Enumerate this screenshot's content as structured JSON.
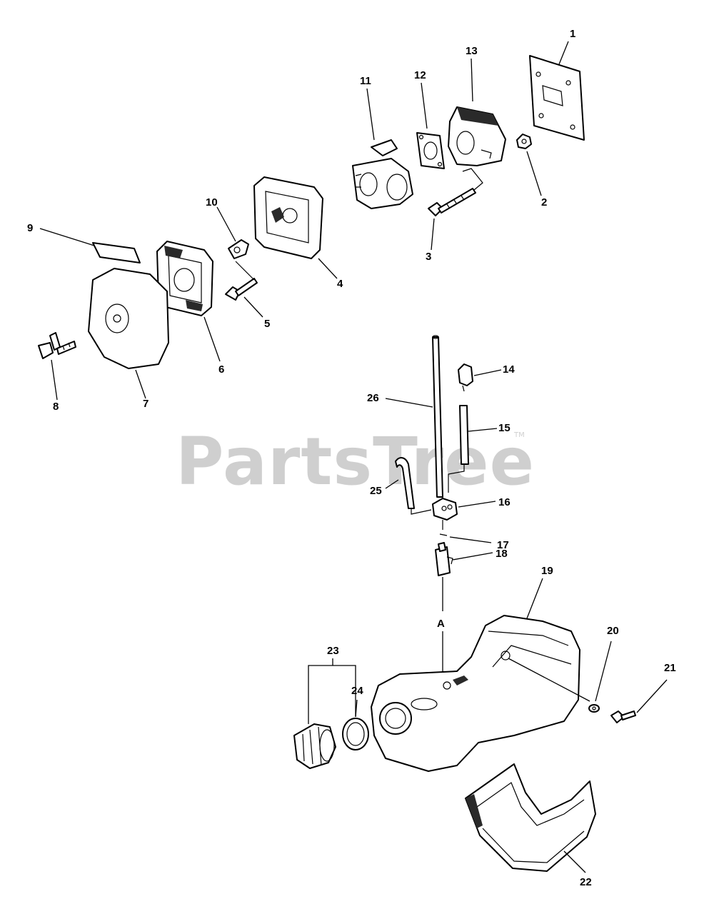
{
  "watermark": {
    "text": "PartsTree",
    "trademark": "TM"
  },
  "flow_marker": "A",
  "callouts": [
    {
      "id": "c1",
      "label": "1"
    },
    {
      "id": "c2",
      "label": "2"
    },
    {
      "id": "c3",
      "label": "3"
    },
    {
      "id": "c4",
      "label": "4"
    },
    {
      "id": "c5",
      "label": "5"
    },
    {
      "id": "c6",
      "label": "6"
    },
    {
      "id": "c7",
      "label": "7"
    },
    {
      "id": "c8",
      "label": "8"
    },
    {
      "id": "c9",
      "label": "9"
    },
    {
      "id": "c10",
      "label": "10"
    },
    {
      "id": "c11",
      "label": "11"
    },
    {
      "id": "c12",
      "label": "12"
    },
    {
      "id": "c13",
      "label": "13"
    },
    {
      "id": "c14",
      "label": "14"
    },
    {
      "id": "c15",
      "label": "15"
    },
    {
      "id": "c16",
      "label": "16"
    },
    {
      "id": "c17",
      "label": "17"
    },
    {
      "id": "c18",
      "label": "18"
    },
    {
      "id": "c19",
      "label": "19"
    },
    {
      "id": "c20",
      "label": "20"
    },
    {
      "id": "c21",
      "label": "21"
    },
    {
      "id": "c22",
      "label": "22"
    },
    {
      "id": "c23",
      "label": "23"
    },
    {
      "id": "c24",
      "label": "24"
    },
    {
      "id": "c25",
      "label": "25"
    },
    {
      "id": "c26",
      "label": "26"
    }
  ]
}
